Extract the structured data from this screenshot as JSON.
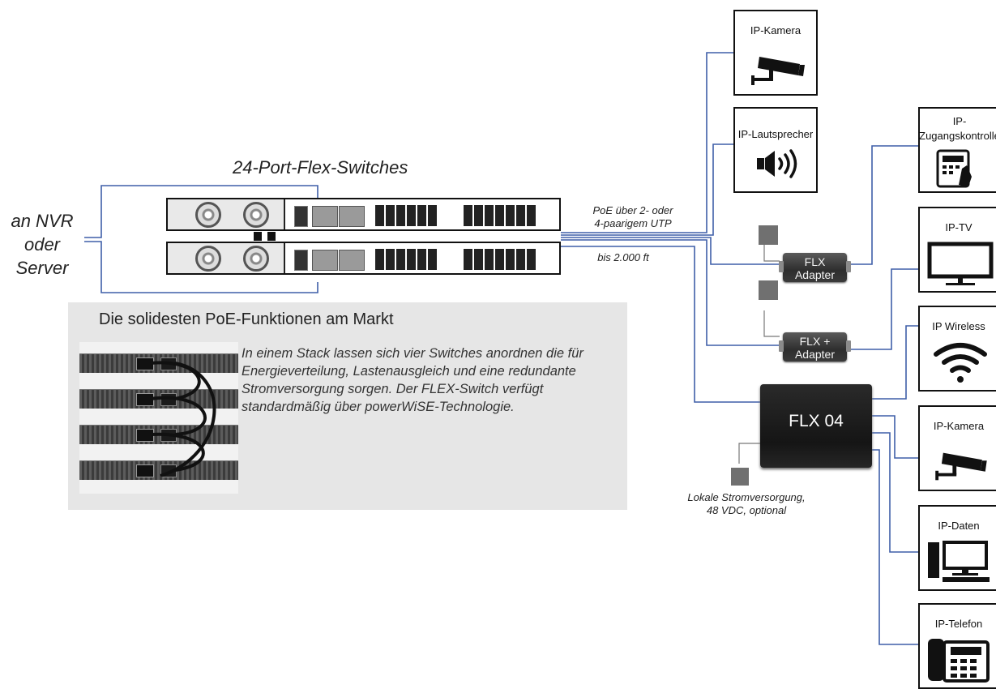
{
  "source": {
    "line1": "an NVR",
    "line2": "oder",
    "line3": "Server"
  },
  "switch_stack": {
    "title": "24-Port-Flex-Switches"
  },
  "cable_notes": {
    "poe_line1": "PoE über 2- oder",
    "poe_line2": "4-paarigem UTP",
    "distance": "bis 2.000 ft"
  },
  "adapters": [
    {
      "line1": "FLX",
      "line2": "Adapter"
    },
    {
      "line1": "FLX +",
      "line2": "Adapter"
    }
  ],
  "hub": {
    "label": "FLX 04"
  },
  "local_power": {
    "line1": "Lokale Stromversorgung,",
    "line2": "48 VDC, optional"
  },
  "devices": [
    {
      "label": "IP-Kamera",
      "icon": "camera-icon"
    },
    {
      "label": "IP-Lautsprecher",
      "icon": "speaker-icon"
    },
    {
      "label": "IP-Zugangskontrolle",
      "icon": "access-control-icon"
    },
    {
      "label": "IP-TV",
      "icon": "tv-icon"
    },
    {
      "label": "IP Wireless",
      "icon": "wifi-icon"
    },
    {
      "label": "IP-Kamera",
      "icon": "camera-icon"
    },
    {
      "label": "IP-Daten",
      "icon": "computer-icon"
    },
    {
      "label": "IP-Telefon",
      "icon": "phone-icon"
    }
  ],
  "panel": {
    "title": "Die solidesten PoE-Funktionen am Markt",
    "body": "In einem Stack lassen sich vier Switches anordnen die für Energieverteilung, Lastenausgleich und eine redundante Stromversorgung sorgen. Der FLEX-Switch verfügt standardmäßig über powerWiSE-Technologie."
  },
  "colors": {
    "cable": "#3f5fa8",
    "panel_bg": "#e6e6e6",
    "hub": "#1a1a1a",
    "psu": "#707070"
  }
}
